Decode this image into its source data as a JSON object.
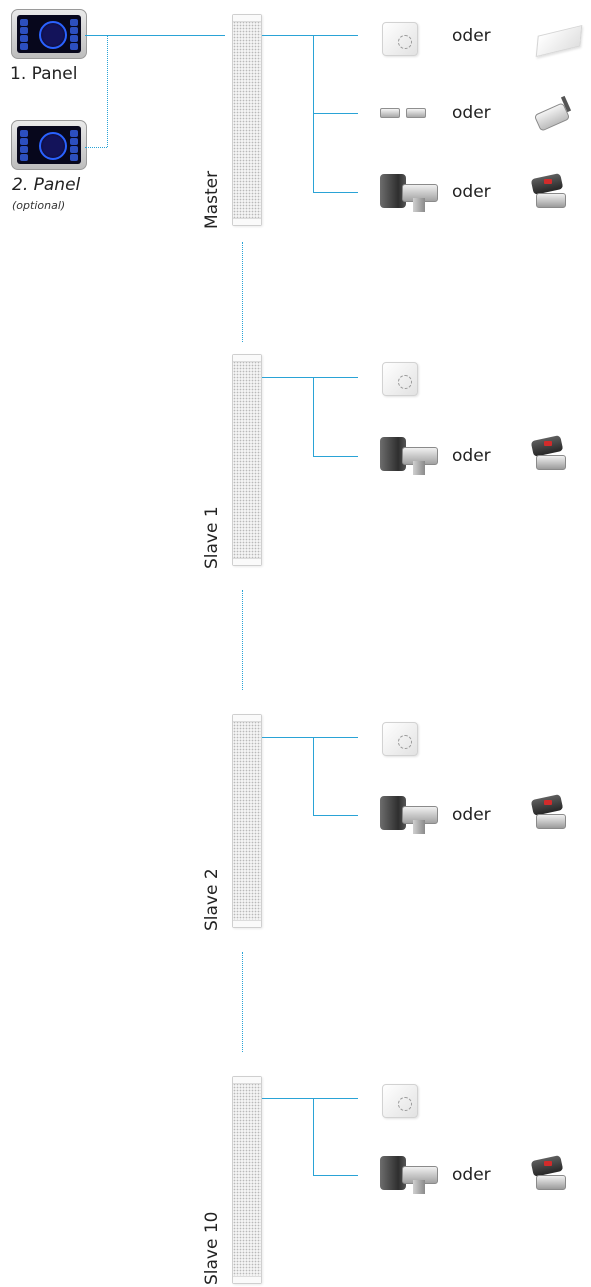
{
  "panels": [
    {
      "label": "1. Panel",
      "note": ""
    },
    {
      "label": "2. Panel",
      "note": "(optional)"
    }
  ],
  "controllers": [
    {
      "label": "Master"
    },
    {
      "label": "Slave 1"
    },
    {
      "label": "Slave 2"
    },
    {
      "label": "Slave 10"
    }
  ],
  "connector": "oder",
  "icons": {
    "panel": "touch-panel-icon",
    "controller": "controller-column-icon",
    "room_thermostat": "room-thermostat-icon",
    "wireless_sensor": "wireless-sensor-icon",
    "window_contact": "window-contact-icon",
    "window_actuator": "window-actuator-icon",
    "zone_valve": "zone-valve-icon",
    "ball_valve": "ball-valve-icon"
  },
  "colors": {
    "line": "#2aa3d6",
    "text": "#222222",
    "background": "#ffffff"
  }
}
